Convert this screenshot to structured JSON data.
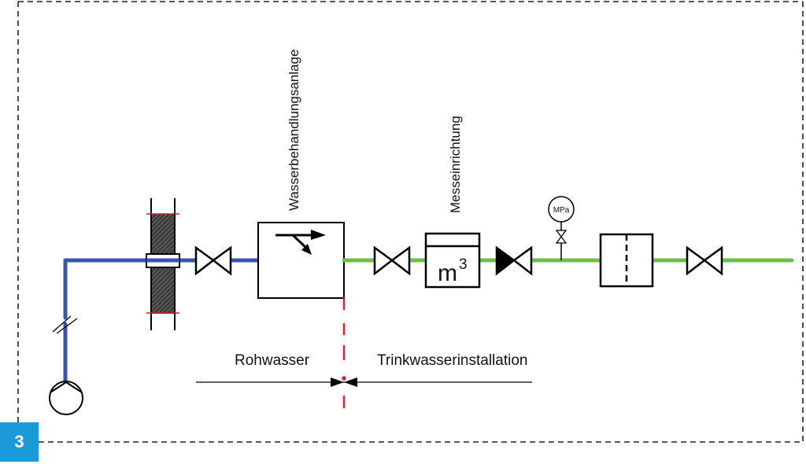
{
  "figure": {
    "number": "3",
    "badge_color": "#1b9ad8"
  },
  "labels": {
    "treatment_plant": "Wasserbehandlungsanlage",
    "meter": "Messeinrichtung",
    "meter_unit_base": "m",
    "meter_unit_exp": "3",
    "pressure_gauge": "MPa",
    "raw_water": "Rohwasser",
    "drinking_water_installation": "Trinkwasserinstallation"
  },
  "colors": {
    "raw_water_pipe": "#3a55a8",
    "drinking_water_pipe": "#6cc04a",
    "boundary_line": "#e0202a",
    "symbol_stroke": "#000000",
    "frame": "#222222"
  },
  "components": [
    {
      "id": "pump",
      "label": "pump"
    },
    {
      "id": "wall-penetration",
      "label": "wall penetration"
    },
    {
      "id": "shutoff-valve-1",
      "label": "shutoff valve"
    },
    {
      "id": "treatment-plant",
      "label": "Wasserbehandlungsanlage"
    },
    {
      "id": "shutoff-valve-2",
      "label": "shutoff valve"
    },
    {
      "id": "water-meter",
      "label": "Messeinrichtung"
    },
    {
      "id": "check-valve",
      "label": "check valve"
    },
    {
      "id": "pressure-gauge",
      "label": "MPa"
    },
    {
      "id": "filter",
      "label": "filter"
    },
    {
      "id": "shutoff-valve-3",
      "label": "shutoff valve"
    }
  ]
}
